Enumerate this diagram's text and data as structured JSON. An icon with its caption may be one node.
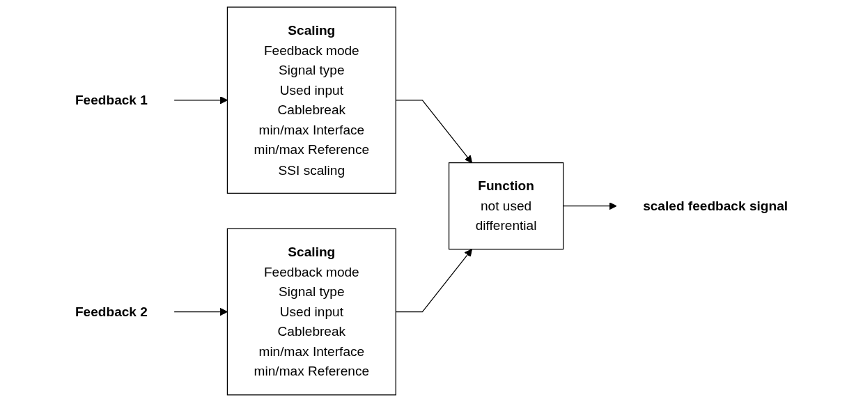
{
  "diagram": {
    "nodes": [
      {
        "text": [
          "Feedback 1"
        ]
      },
      {
        "text": [
          "Scaling",
          "Feedback mode",
          "Signal type",
          "Used input",
          "Cablebreak",
          "min/max Interface",
          "min/max Reference",
          "SSI scaling"
        ]
      },
      {
        "text": [
          "Function",
          "not used",
          "differential"
        ]
      },
      {
        "text": [
          "scaled feedback signal"
        ]
      },
      {
        "text": [
          "Feedback 2"
        ]
      },
      {
        "text": [
          "Scaling",
          "Feedback mode",
          "Signal type",
          "Used input",
          "Cablebreak",
          "min/max Interface",
          "min/max Reference"
        ]
      }
    ],
    "edges": [
      {
        "from": 0,
        "to": 1,
        "arrow": "to"
      },
      {
        "from": 1,
        "to": 2,
        "arrow": "to"
      },
      {
        "from": 2,
        "to": 3,
        "arrow": "to"
      },
      {
        "from": 4,
        "to": 5,
        "arrow": "to"
      },
      {
        "from": 5,
        "to": 2,
        "arrow": "to"
      }
    ]
  }
}
